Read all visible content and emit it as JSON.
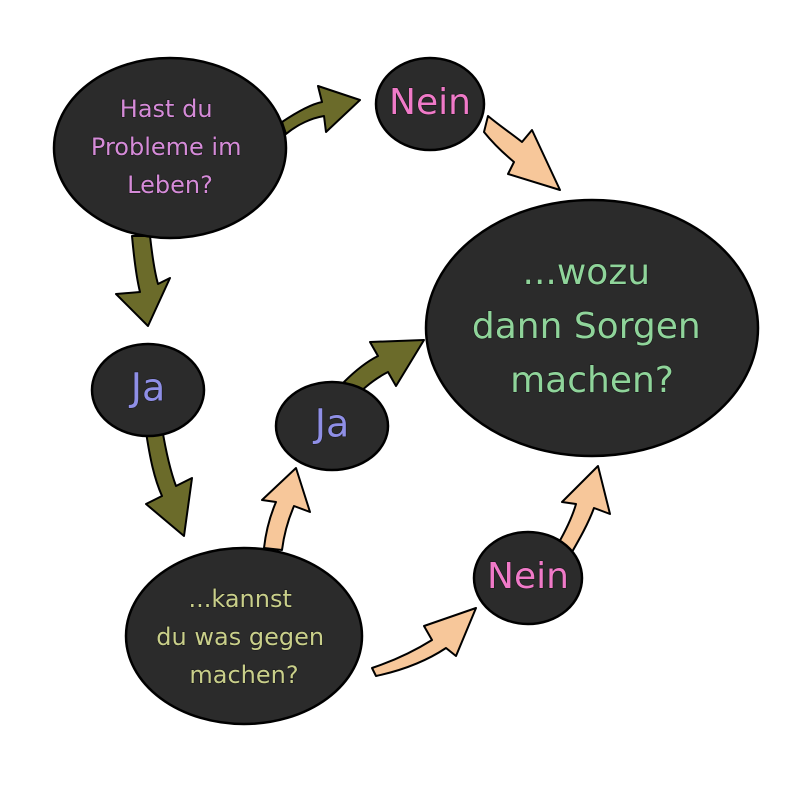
{
  "nodes": {
    "question_problems": {
      "lines": [
        "Hast du",
        "Probleme im",
        "Leben?"
      ],
      "color": "#d58bd8"
    },
    "answer_no_top": {
      "text": "Nein",
      "color": "#f07ac8"
    },
    "answer_yes_left": {
      "text": "Ja",
      "color": "#8f8fe6"
    },
    "answer_yes_middle": {
      "text": "Ja",
      "color": "#8f8fe6"
    },
    "question_can_act": {
      "lines": [
        "...kannst",
        "du was gegen",
        "machen?"
      ],
      "color": "#c9cf8a"
    },
    "answer_no_bottom": {
      "text": "Nein",
      "color": "#f07ac8"
    },
    "conclusion": {
      "lines": [
        "...wozu",
        "dann Sorgen",
        "machen?"
      ],
      "color": "#8fd49a"
    }
  },
  "colors": {
    "bubble_fill": "#2b2b2b",
    "arrow_olive": "#6b6b2a",
    "arrow_peach": "#f7c79a"
  }
}
